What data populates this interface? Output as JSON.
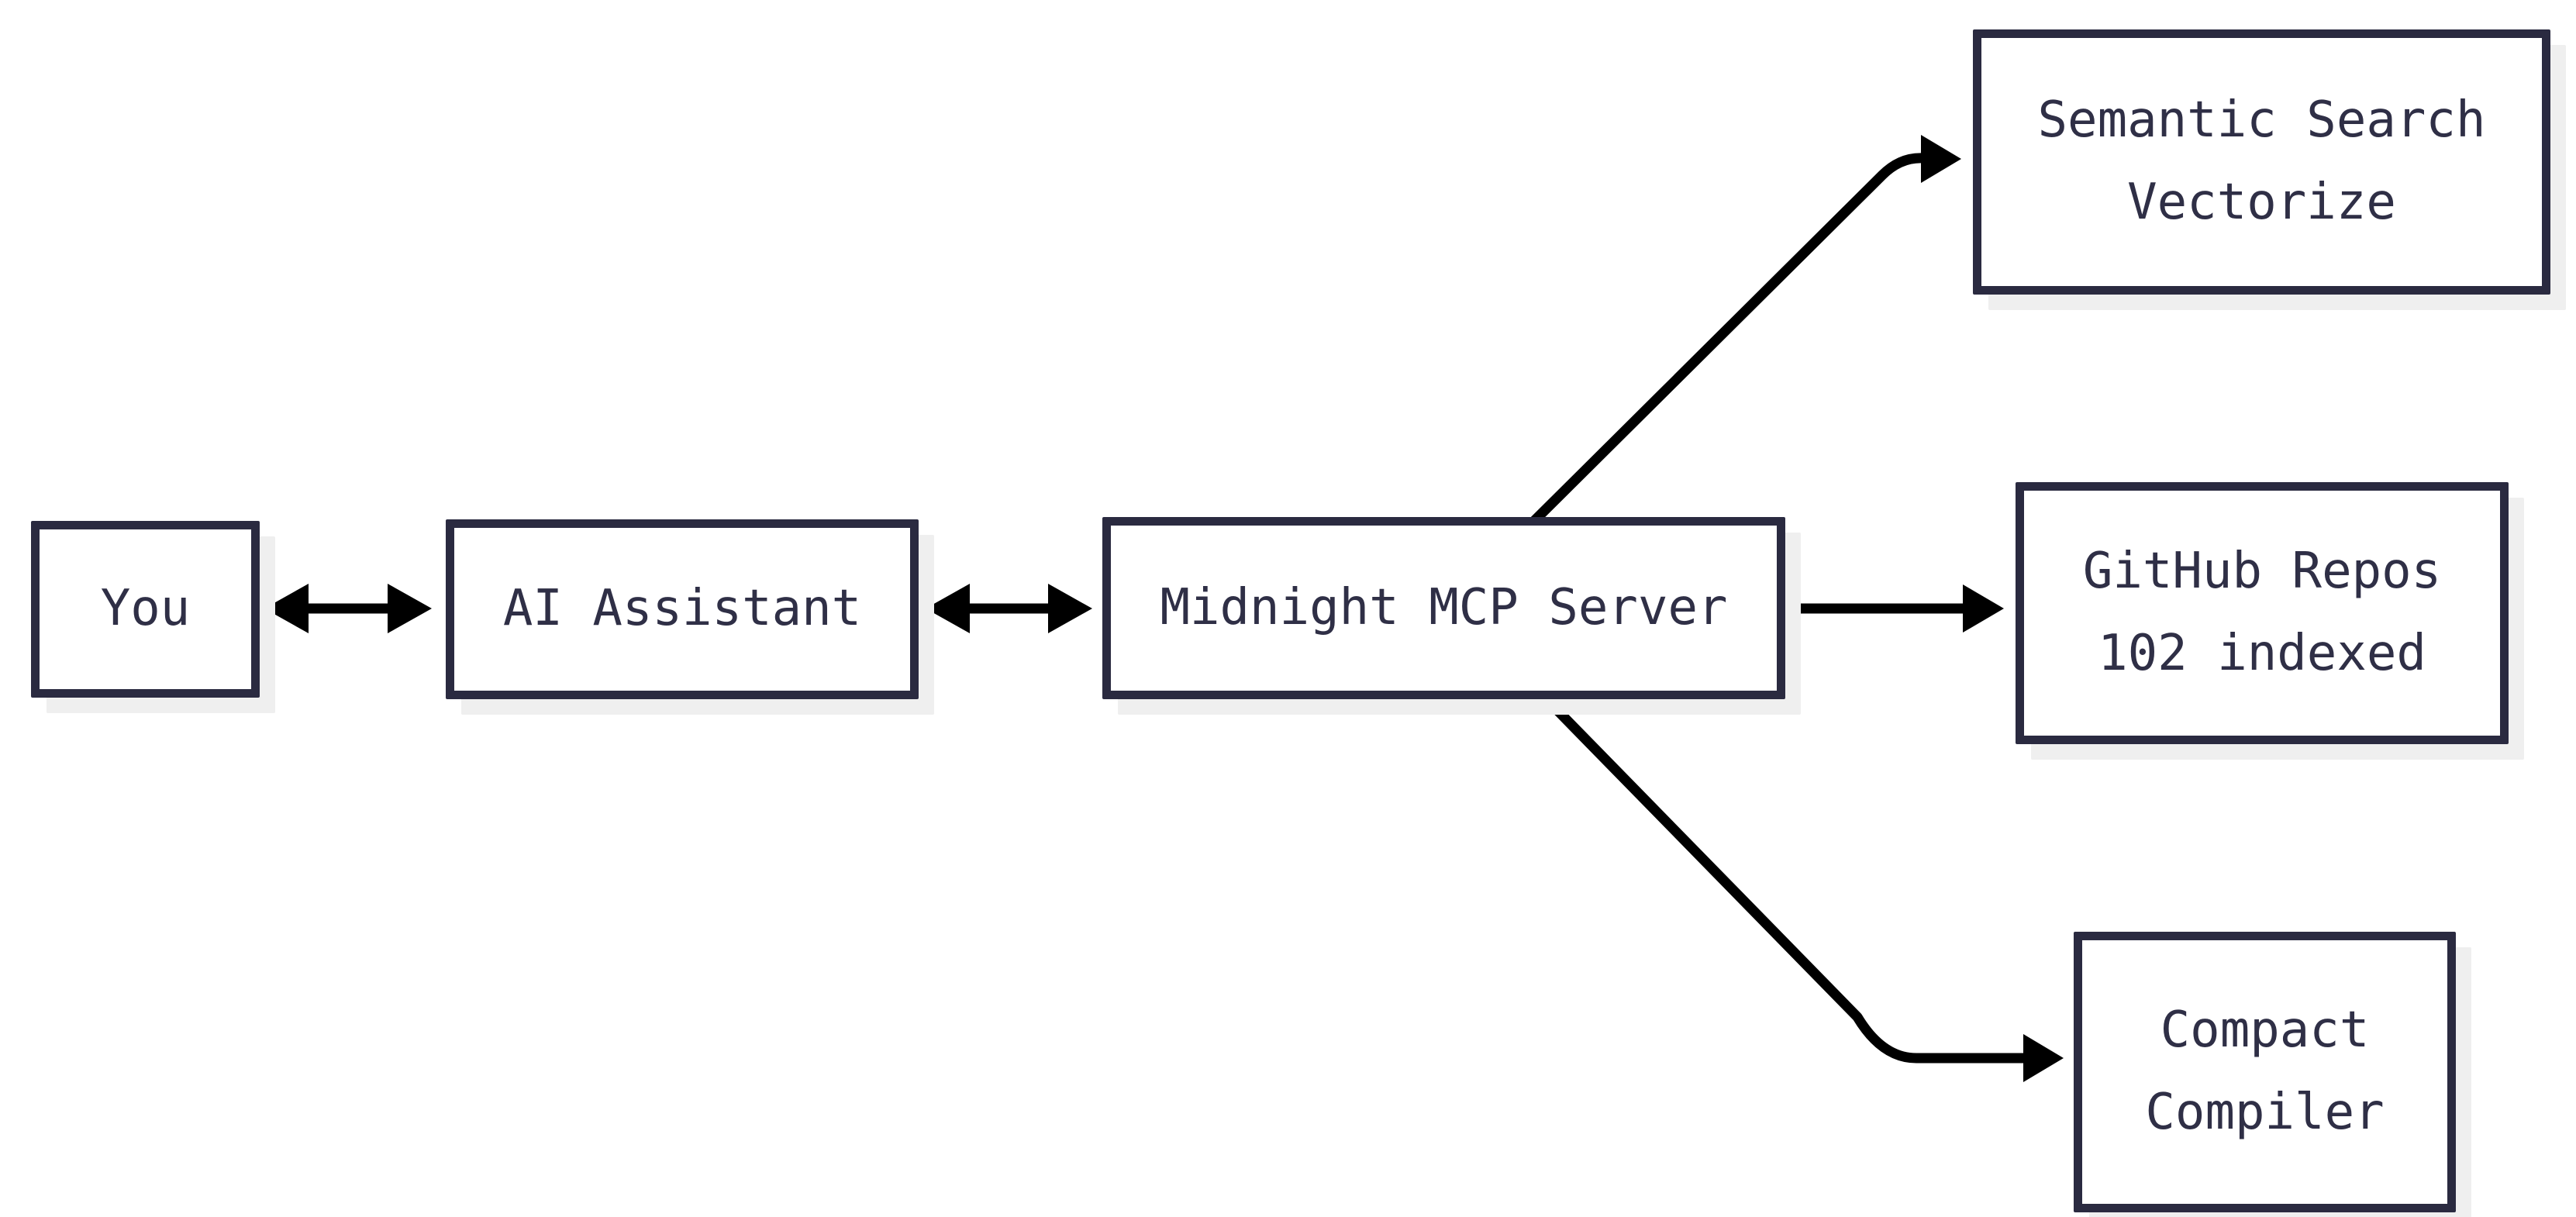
{
  "diagram": {
    "nodes": {
      "you": {
        "label": "You"
      },
      "ai_assistant": {
        "label": "AI Assistant"
      },
      "mcp_server": {
        "label": "Midnight MCP Server"
      },
      "semantic_search": {
        "lines": [
          "Semantic Search",
          "Vectorize"
        ]
      },
      "github_repos": {
        "lines": [
          "GitHub Repos",
          "102 indexed"
        ]
      },
      "compact_compiler": {
        "lines": [
          "Compact",
          "Compiler"
        ]
      }
    },
    "edges": [
      {
        "from": "You",
        "to": "AI Assistant",
        "direction": "bidirectional"
      },
      {
        "from": "AI Assistant",
        "to": "Midnight MCP Server",
        "direction": "bidirectional"
      },
      {
        "from": "Midnight MCP Server",
        "to": "Semantic Search Vectorize",
        "direction": "one-way"
      },
      {
        "from": "Midnight MCP Server",
        "to": "GitHub Repos 102 indexed",
        "direction": "one-way"
      },
      {
        "from": "Midnight MCP Server",
        "to": "Compact Compiler",
        "direction": "one-way"
      }
    ],
    "colors": {
      "box_border": "#2a2a40",
      "box_fill": "#ffffff",
      "text": "#2f2f46",
      "arrow": "#000000",
      "shadow": "#efefef",
      "background": "#ffffff"
    }
  }
}
